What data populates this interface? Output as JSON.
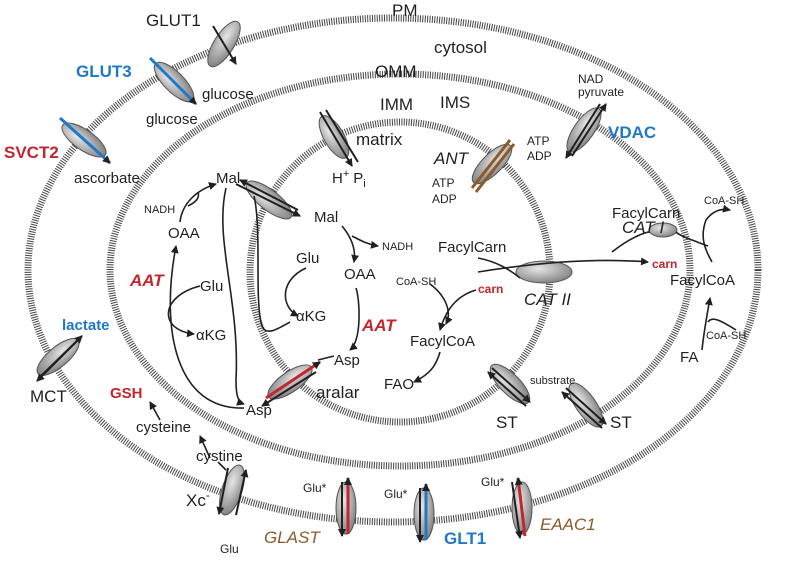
{
  "colors": {
    "red": "#c1272d",
    "blue": "#1f78c8",
    "brown": "#8b5a2b",
    "ink": "#231f20",
    "membrane": "#555555",
    "transporter": "#9a9a9a"
  },
  "compartments": {
    "pm": "PM",
    "cytosol": "cytosol",
    "omm": "OMM",
    "ims": "IMS",
    "imm": "IMM",
    "matrix": "matrix"
  },
  "transporters": {
    "glut1": "GLUT1",
    "glut3": "GLUT3",
    "svct2": "SVCT2",
    "mct": "MCT",
    "xc": "Xc",
    "xc_sup": "-",
    "glast": "GLAST",
    "glt1": "GLT1",
    "eaac1": "EAAC1",
    "vdac": "VDAC",
    "ant": "ANT",
    "cat1": "CAT I",
    "cat2": "CAT II",
    "aralar": "aralar",
    "st_mito": "ST",
    "st_omm": "ST"
  },
  "metabolites": {
    "glucose_omm": "glucose",
    "glucose_pm": "glucose",
    "ascorbate": "ascorbate",
    "lactate": "lactate",
    "gsh": "GSH",
    "cysteine": "cysteine",
    "cystine": "cystine",
    "glu_xc": "Glu",
    "glu_star": "Glu*",
    "nad": "NAD",
    "pyruvate": "pyruvate",
    "atp_out": "ATP",
    "adp_out": "ADP",
    "atp_in": "ATP",
    "adp_in": "ADP",
    "h": "H",
    "h_sup": "+",
    "p": "P",
    "p_sub": "i",
    "mal_cyto": "Mal",
    "mal_mat": "Mal",
    "nadh_cyto": "NADH",
    "nadh_mat": "NADH",
    "oaa_cyto": "OAA",
    "oaa_mat": "OAA",
    "glu_cyto": "Glu",
    "glu_mat": "Glu",
    "akg_cyto": "αKG",
    "akg_mat": "αKG",
    "asp_cyto": "Asp",
    "asp_mat": "Asp",
    "aat_cyto": "AAT",
    "aat_mat": "AAT",
    "facylcarn_ims": "FacylCarn",
    "facylcarn_mat": "FacylCarn",
    "carn_ims": "carn",
    "carn_mat": "carn",
    "coash_cyto": "CoA-SH",
    "coash_fa": "CoA-SH",
    "coash_mat": "CoA-SH",
    "facylcoa_cyto": "FacylCoA",
    "facylcoa_mat": "FacylCoA",
    "fa": "FA",
    "fao": "FAO",
    "substrate": "substrate"
  }
}
